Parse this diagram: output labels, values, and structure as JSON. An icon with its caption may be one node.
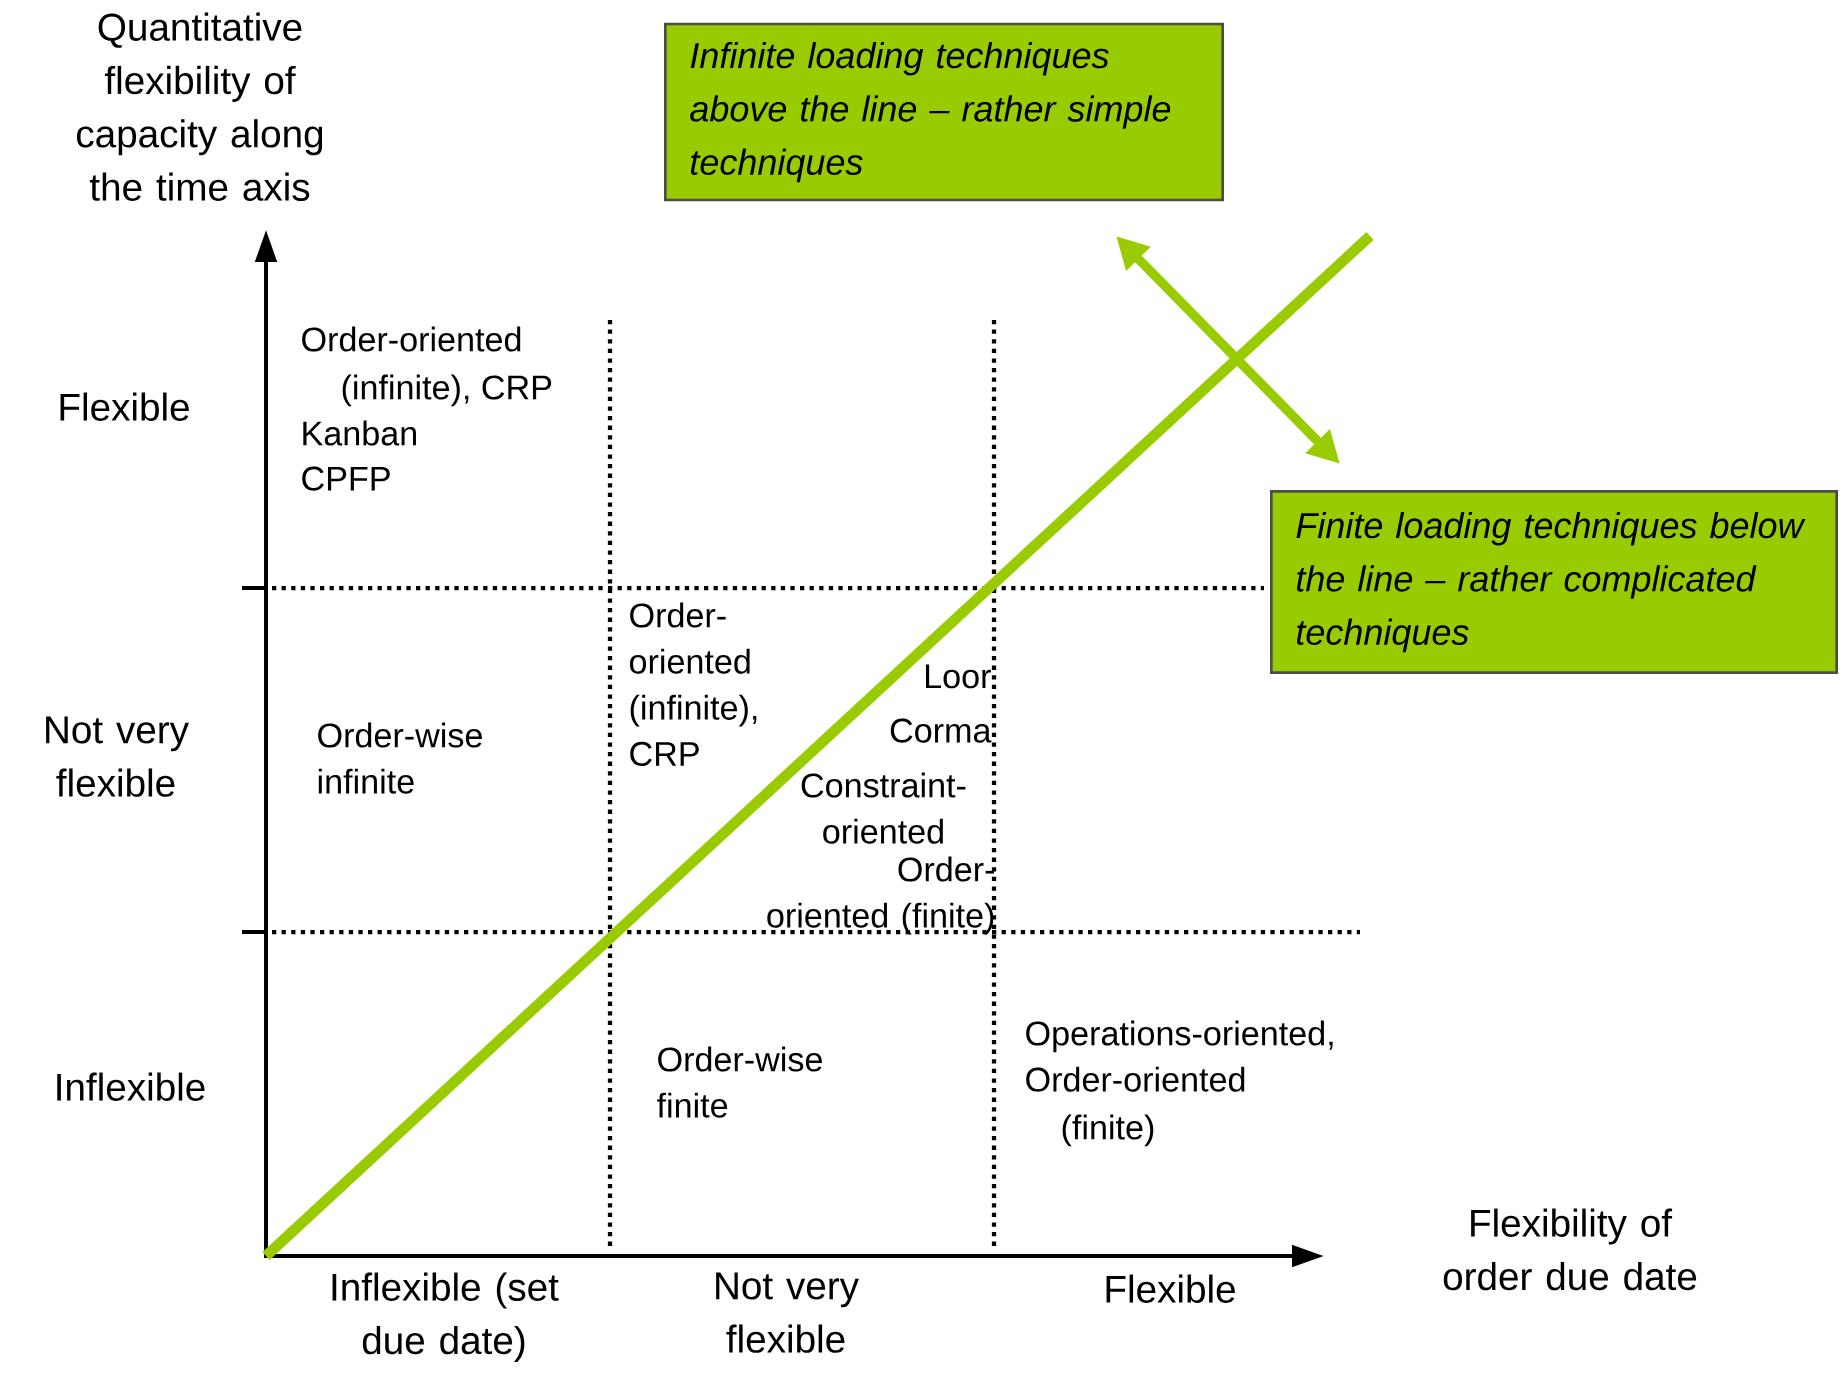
{
  "diagram": {
    "nodes": [
      {
        "text": [
          "Infinite loading techniques above the line – rather simple techniques"
        ]
      },
      {
        "text": [
          "Finite loading techniques below the line – rather complicated techniques"
        ]
      }
    ],
    "edges": [],
    "labels": [
      "Quantitative flexibility of capacity along the time axis",
      "Flexible",
      "Order-oriented",
      "(infinite), CRP",
      "Kanban",
      "CPFP",
      "Not very flexible",
      "Order-wise infinite",
      "Order-oriented (infinite), CRP",
      "Loor",
      "Corma",
      "Constraint-oriented",
      "Order-oriented (finite)",
      "Inflexible",
      "Order-wise finite",
      "Operations-oriented, Order-oriented",
      "(finite)",
      "Flexibility of order due date",
      "Inflexible (set due date)",
      "Not very flexible",
      "Flexible"
    ]
  }
}
